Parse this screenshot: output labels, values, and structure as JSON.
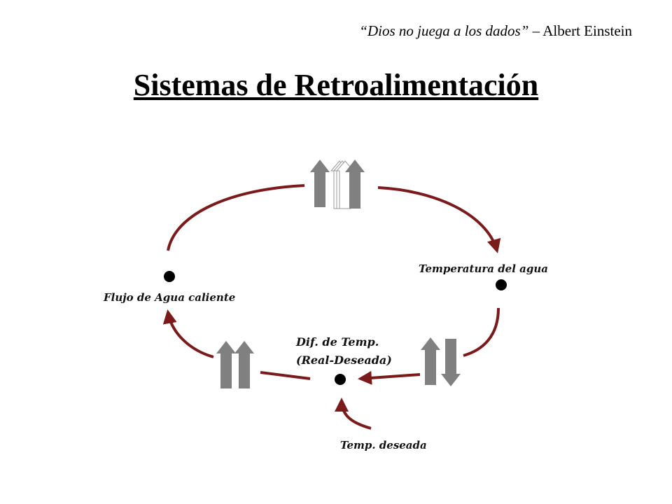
{
  "quote": {
    "text": "“Dios no juega a los dados”",
    "author": " – Albert Einstein"
  },
  "title": "Sistemas de Retroalimentación",
  "diagram": {
    "nodes": {
      "flow": "Flujo de Agua caliente",
      "temperature": "Temperatura del agua",
      "diff_line1": "Dif. de Temp.",
      "diff_line2": "(Real-Deseada)",
      "desired": "Temp. deseada"
    },
    "colors": {
      "arrow": "#7a1a1a",
      "block_arrow": "#808080",
      "node": "#000000"
    }
  }
}
